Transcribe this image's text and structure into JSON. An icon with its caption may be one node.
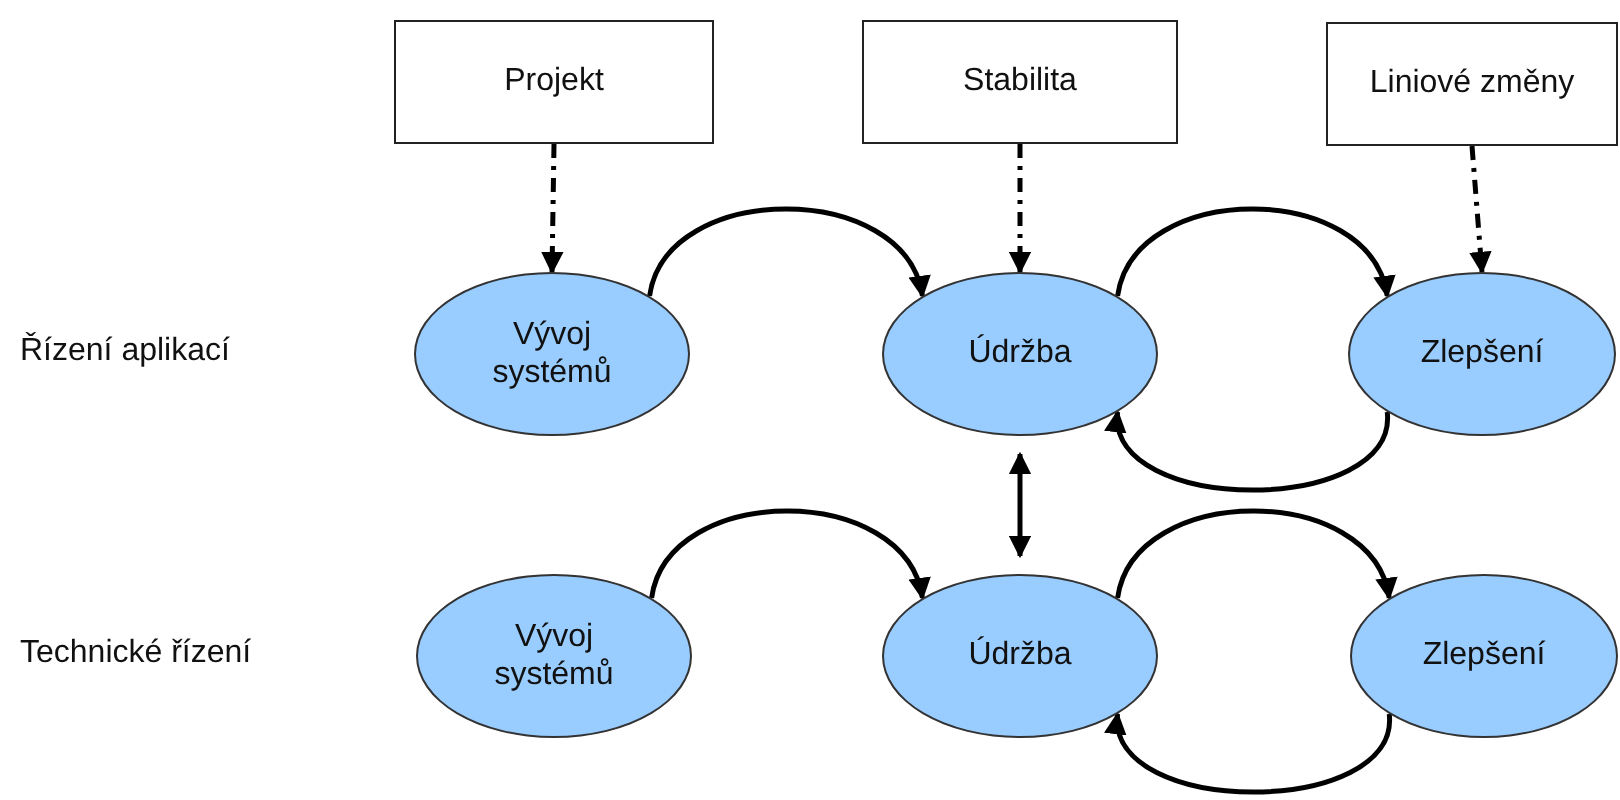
{
  "diagram": {
    "nodes": [
      {
        "text": [
          "Projekt"
        ]
      },
      {
        "text": [
          "Stabilita"
        ]
      },
      {
        "text": [
          "Liniové změny"
        ]
      },
      {
        "text": [
          "Vývoj systémů"
        ]
      },
      {
        "text": [
          "Údržba"
        ]
      },
      {
        "text": [
          "Zlepšení"
        ]
      },
      {
        "text": [
          "Vývoj systémů"
        ]
      },
      {
        "text": [
          "Údržba"
        ]
      },
      {
        "text": [
          "Zlepšení"
        ]
      }
    ],
    "edges": [
      {
        "from": 0,
        "to": 3,
        "arrow": "to",
        "style": "dashed"
      },
      {
        "from": 1,
        "to": 4,
        "arrow": "to",
        "style": "dashed"
      },
      {
        "from": 2,
        "to": 5,
        "arrow": "to",
        "style": "dashed"
      },
      {
        "from": 3,
        "to": 4,
        "arrow": "to"
      },
      {
        "from": 4,
        "to": 5,
        "arrow": "to"
      },
      {
        "from": 5,
        "to": 4,
        "arrow": "to"
      },
      {
        "from": 4,
        "to": 7,
        "arrow": "both"
      },
      {
        "from": 6,
        "to": 7,
        "arrow": "to"
      },
      {
        "from": 7,
        "to": 8,
        "arrow": "to"
      },
      {
        "from": 8,
        "to": 7,
        "arrow": "to"
      }
    ],
    "labels": [
      "Řízení aplikací",
      "Technické řízení"
    ]
  }
}
